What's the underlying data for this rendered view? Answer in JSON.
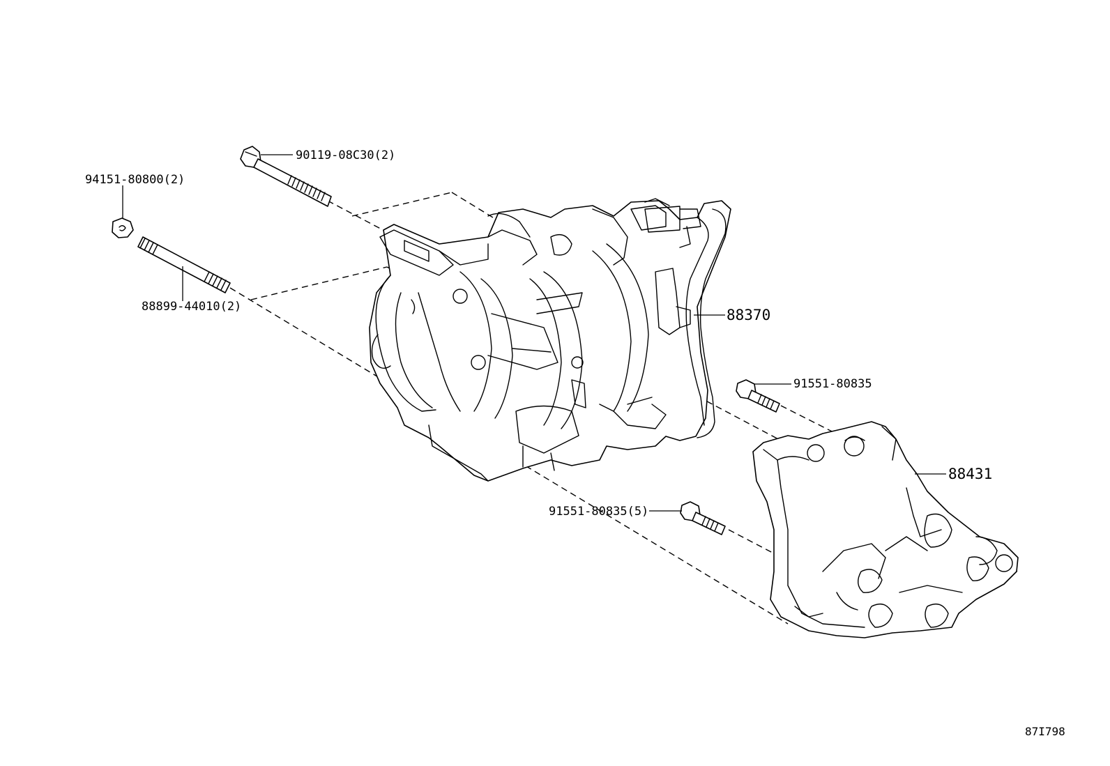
{
  "diagram": {
    "labels": {
      "bolt_top": "90119-08C30(2)",
      "nut": "94151-80800(2)",
      "stud": "88899-44010(2)",
      "compressor": "88370",
      "bolt_right": "91551-80835",
      "bracket": "88431",
      "bolt_lower": "91551-80835(5)"
    },
    "reference_number": "87I798"
  }
}
